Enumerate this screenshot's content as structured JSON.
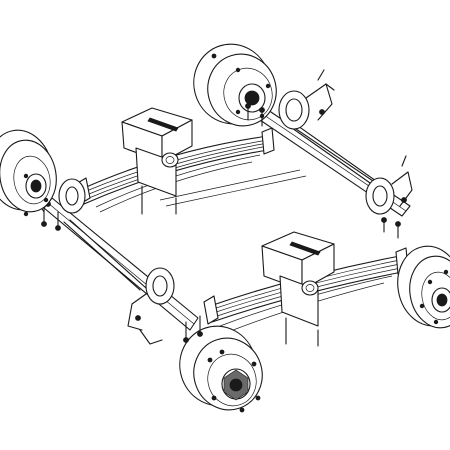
{
  "figure": {
    "background": "#ffffff",
    "line_color": "#1a1a1a",
    "components": {
      "wheels": 4,
      "axles": 2,
      "leaf_springs": 2,
      "hangers": 2,
      "brake_chambers": 4
    }
  }
}
